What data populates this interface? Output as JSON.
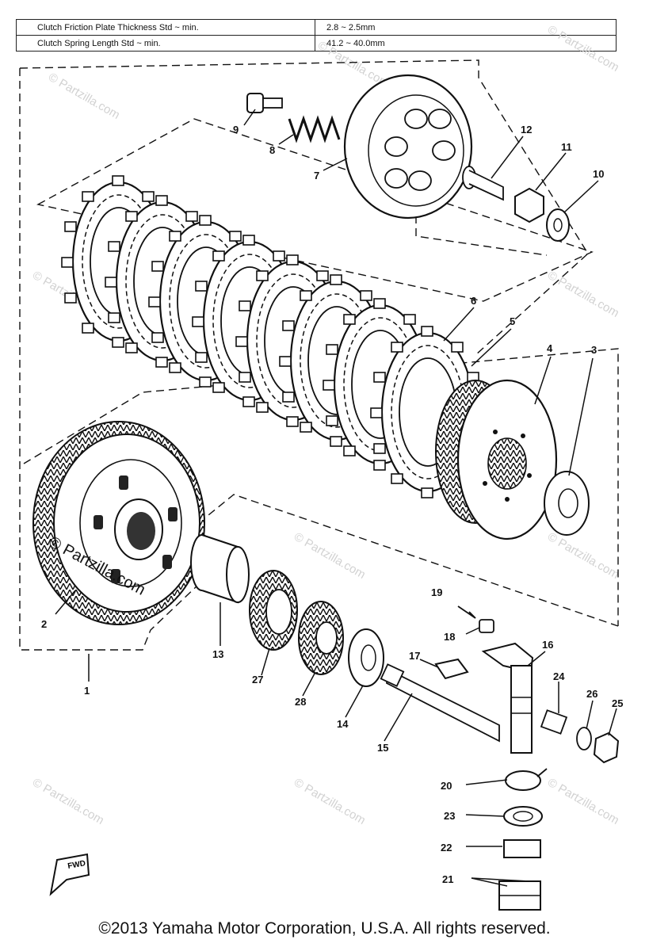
{
  "spec_table": {
    "rows": [
      {
        "label": "Clutch Friction Plate Thickness Std ~ min.",
        "value": "2.8 ~ 2.5mm"
      },
      {
        "label": "Clutch Spring Length Std ~ min.",
        "value": "41.2 ~ 40.0mm"
      }
    ]
  },
  "callouts": [
    "1",
    "2",
    "3",
    "4",
    "5",
    "6",
    "7",
    "8",
    "9",
    "10",
    "11",
    "12",
    "13",
    "14",
    "15",
    "16",
    "17",
    "18",
    "19",
    "20",
    "21",
    "22",
    "23",
    "24",
    "25",
    "26",
    "27",
    "28"
  ],
  "fwd_label": "FWD",
  "watermark": {
    "brand": "© Partzilla.com"
  },
  "copyright": "©2013 Yamaha Motor Corporation, U.S.A. All rights reserved."
}
